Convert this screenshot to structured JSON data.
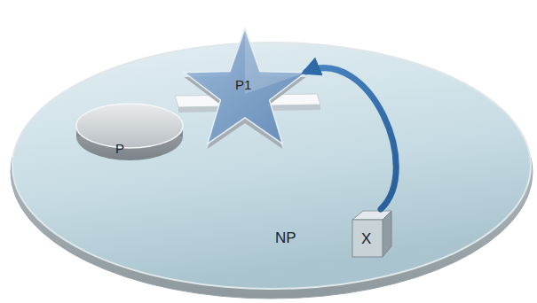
{
  "diagram": {
    "nodes": [
      {
        "text": [
          "NP"
        ]
      },
      {
        "text": [
          "P"
        ],
        "in": 0
      },
      {
        "text": [
          "P1"
        ],
        "in": 0
      },
      {
        "text": [
          "X"
        ],
        "in": 0
      }
    ],
    "edges": [
      {
        "from": 3,
        "to": 2,
        "arrow": "to"
      }
    ]
  }
}
